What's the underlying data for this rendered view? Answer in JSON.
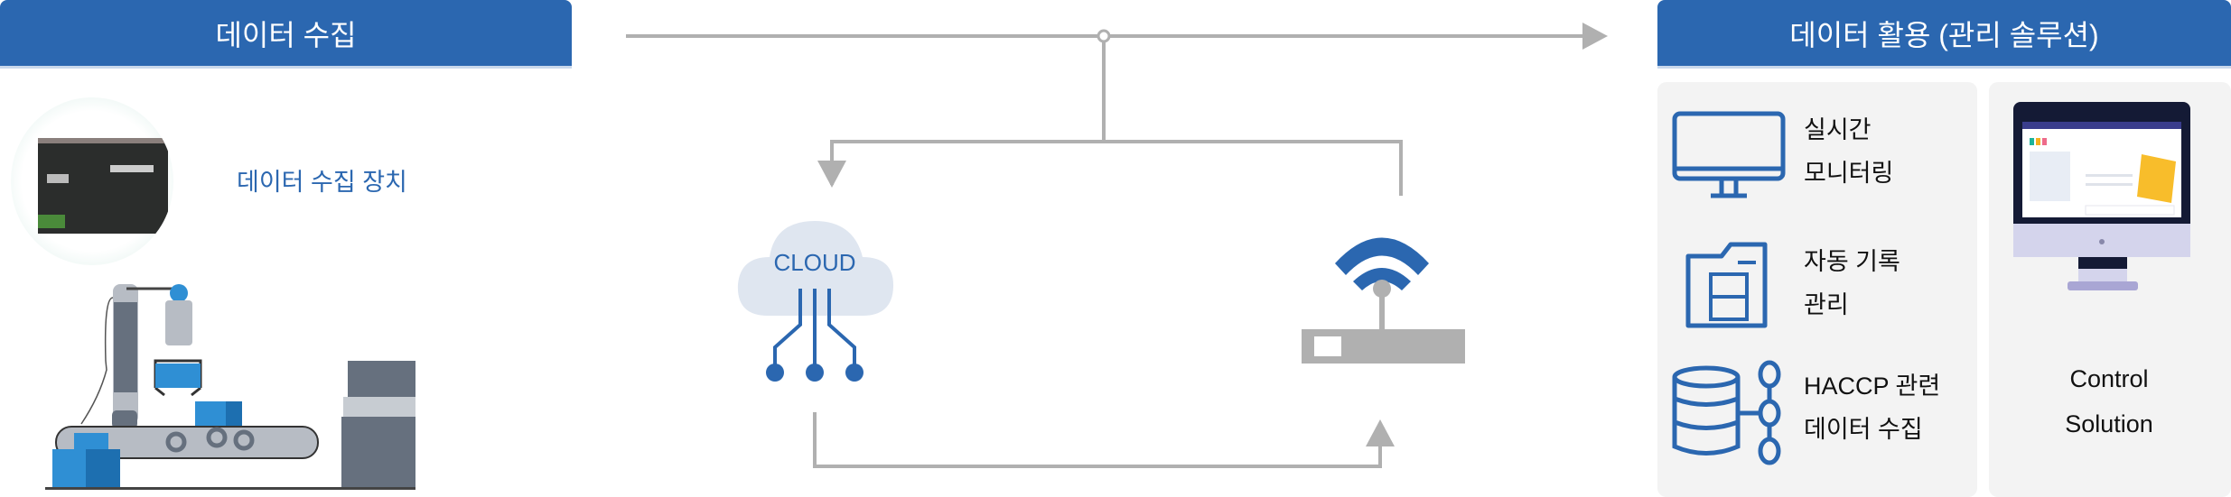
{
  "left": {
    "header": "데이터 수집",
    "device_label": "데이터 수집 장치"
  },
  "middle": {
    "cloud_label": "CLOUD"
  },
  "right": {
    "header": "데이터 활용 (관리 솔루션)",
    "items": [
      {
        "icon": "monitor-icon",
        "line1": "실시간",
        "line2": "모니터링"
      },
      {
        "icon": "file-cabinet-icon",
        "line1": "자동 기록",
        "line2": "관리"
      },
      {
        "icon": "database-icon",
        "line1": "HACCP 관련",
        "line2": "데이터 수집"
      }
    ],
    "solution": {
      "line1": "Control",
      "line2": "Solution"
    }
  },
  "colors": {
    "brand_blue": "#2b67b0",
    "line_gray": "#b0b0b0",
    "panel_bg": "#f3f3f3"
  }
}
